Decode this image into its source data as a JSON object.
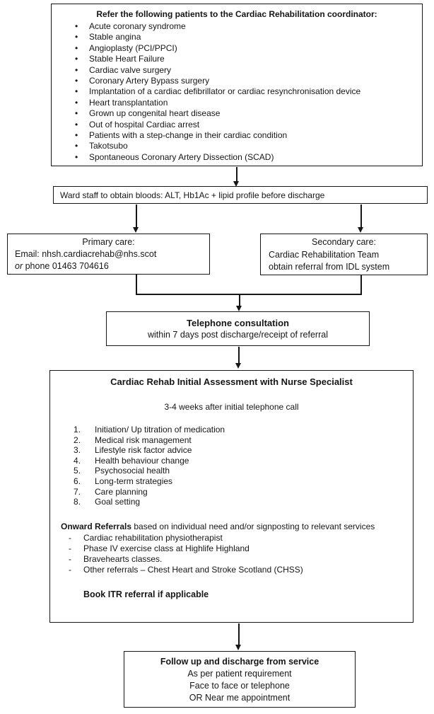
{
  "page": {
    "background": "#ffffff",
    "line_color": "#161616"
  },
  "boxes": {
    "referral": {
      "title": "Refer the following patients to the Cardiac Rehabilitation coordinator:",
      "items": [
        "Acute coronary syndrome",
        "Stable angina",
        "Angioplasty (PCI/PPCI)",
        "Stable Heart Failure",
        "Cardiac valve surgery",
        "Coronary Artery Bypass surgery",
        "Implantation of a cardiac defibrillator or cardiac resynchronisation device",
        "Heart transplantation",
        "Grown up congenital heart disease",
        "Out of hospital Cardiac arrest",
        "Patients with a step-change in their cardiac condition",
        "Takotsubo",
        "Spontaneous Coronary Artery Dissection (SCAD)"
      ]
    },
    "bloods": {
      "text": "Ward staff to obtain bloods: ALT, Hb1Ac + lipid profile before discharge"
    },
    "primary_care": {
      "title": "Primary care:",
      "email_line": "Email: nhsh.cardiacrehab@nhs.scot",
      "phone_prefix": "or",
      "phone_rest": " phone 01463 704616"
    },
    "secondary_care": {
      "title": "Secondary care:",
      "line1": "Cardiac Rehabilitation Team",
      "line2": "obtain referral from IDL system"
    },
    "telephone": {
      "title": "Telephone consultation",
      "subtitle": "within 7 days post discharge/receipt of referral"
    },
    "assessment": {
      "title": "Cardiac Rehab Initial Assessment with Nurse Specialist",
      "subtitle": "3-4 weeks after initial telephone call",
      "numbered_items": [
        "Initiation/ Up titration of medication",
        "Medical risk management",
        "Lifestyle risk factor advice",
        "Health behaviour change",
        "Psychosocial health",
        "Long-term strategies",
        "Care planning",
        "Goal setting"
      ],
      "onward_bold": "Onward Referrals",
      "onward_rest": " based on individual need and/or signposting to relevant services",
      "dash_items": [
        "Cardiac rehabilitation physiotherapist",
        "Phase IV exercise class at Highlife Highland",
        "Bravehearts classes.",
        "Other referrals – Chest Heart and Stroke Scotland (CHSS)"
      ],
      "footer": "Book ITR referral if applicable"
    },
    "followup": {
      "title": "Follow up and discharge from service",
      "lines": [
        "As per patient requirement",
        "Face to face or telephone",
        "OR Near me appointment"
      ]
    }
  }
}
